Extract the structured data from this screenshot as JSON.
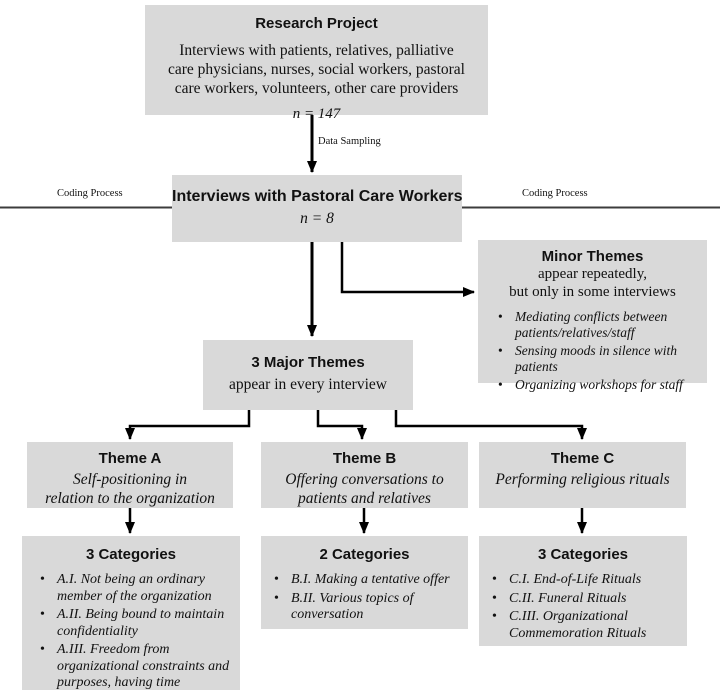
{
  "colors": {
    "box_fill": "#d9d9d9",
    "arrow": "#000000",
    "divider_line": "#3c3c3c",
    "background": "#ffffff",
    "text": "#111111"
  },
  "labels": {
    "data_sampling": "Data Sampling",
    "coding_process_left": "Coding Process",
    "coding_process_right": "Coding Process"
  },
  "research": {
    "title": "Research Project",
    "body_lines": [
      "Interviews with patients, relatives, palliative",
      "care physicians, nurses, social workers, pastoral",
      "care workers, volunteers, other care providers"
    ],
    "n": "n = 147"
  },
  "interviews": {
    "title": "Interviews with Pastoral Care Workers",
    "n": "n = 8"
  },
  "minor_themes": {
    "title": "Minor Themes",
    "subtitle_lines": [
      "appear repeatedly,",
      "but only in some interviews"
    ],
    "bullets": [
      "Mediating conflicts between patients/relatives/staff",
      "Sensing moods in silence with patients",
      "Organizing workshops for staff"
    ]
  },
  "major_themes": {
    "title": "3 Major Themes",
    "subtitle": "appear in every interview"
  },
  "themes": [
    {
      "title": "Theme A",
      "desc_lines": [
        "Self-positioning in",
        "relation to the organization"
      ]
    },
    {
      "title": "Theme B",
      "desc_lines": [
        "Offering conversations to",
        "patients and relatives"
      ]
    },
    {
      "title": "Theme C",
      "desc_lines": [
        "Performing religious rituals"
      ]
    }
  ],
  "categories": [
    {
      "title": "3 Categories",
      "bullets": [
        "A.I. Not being an ordinary member of the organization",
        "A.II. Being bound to maintain confidentiality",
        "A.III. Freedom from organizational constraints and purposes, having time"
      ]
    },
    {
      "title": "2 Categories",
      "bullets": [
        "B.I. Making a tentative offer",
        "B.II. Various topics of conversation"
      ]
    },
    {
      "title": "3 Categories",
      "bullets": [
        "C.I. End-of-Life Rituals",
        "C.II. Funeral Rituals",
        "C.III. Organizational Commemoration Rituals"
      ]
    }
  ]
}
